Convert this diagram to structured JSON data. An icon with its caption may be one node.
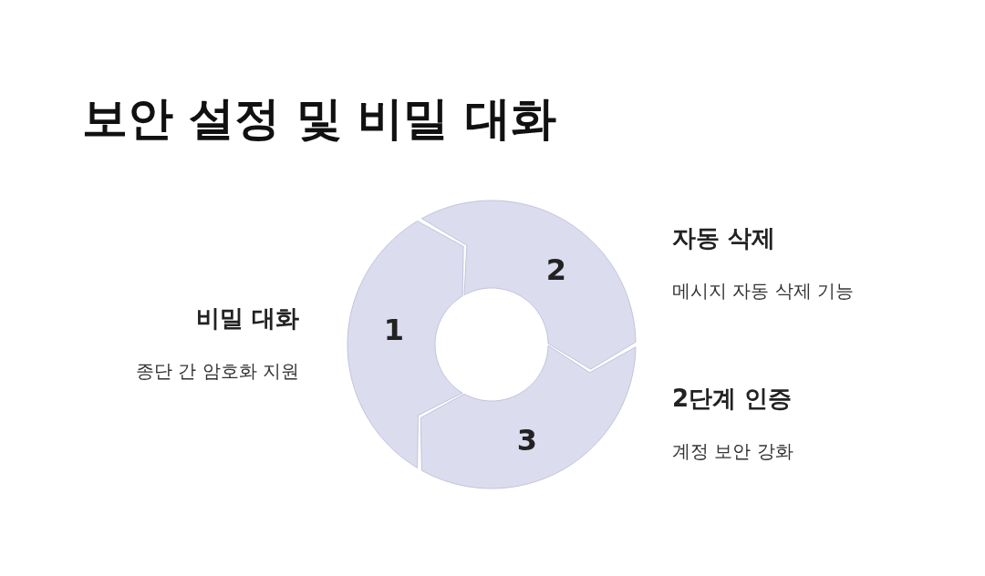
{
  "diagram": {
    "title": "보안 설정 및 비밀 대화",
    "nodes": [
      {
        "text": [
          "1"
        ],
        "beside": [
          "비밀 대화",
          "종단 간 암호화 지원"
        ]
      },
      {
        "text": [
          "2"
        ],
        "beside": [
          "자동 삭제",
          "메시지 자동 삭제 기능"
        ]
      },
      {
        "text": [
          "3"
        ],
        "beside": [
          "2단계 인증",
          "계정 보안 강화"
        ]
      }
    ]
  }
}
